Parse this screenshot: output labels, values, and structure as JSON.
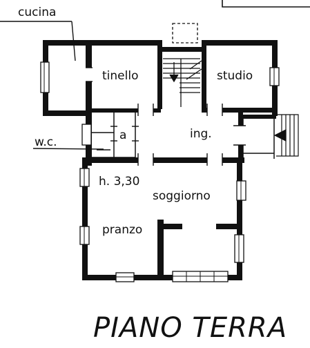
{
  "plan": {
    "title": "PIANO TERRA",
    "height_note": "h. 3,30",
    "external_labels": {
      "cucina": "cucina",
      "wc": "w.c."
    },
    "rooms": {
      "tinello": "tinello",
      "studio": "studio",
      "a": "a",
      "ing": "ing.",
      "soggiorno": "soggiorno",
      "pranzo": "pranzo"
    },
    "colors": {
      "wall": "#111111",
      "background": "#ffffff"
    }
  }
}
